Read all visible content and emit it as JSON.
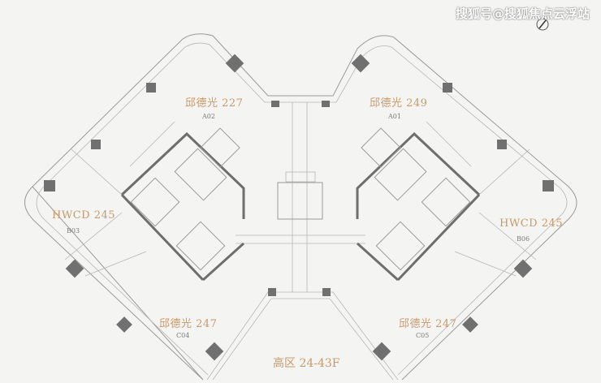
{
  "watermark": "搜狐号@搜狐焦点云浮站",
  "units": [
    {
      "tenant": "邱德光 227",
      "code": "A02"
    },
    {
      "tenant": "邱德光 249",
      "code": "A01"
    },
    {
      "tenant": "HWCD 245",
      "code": "B03"
    },
    {
      "tenant": "HWCD 245",
      "code": "B06"
    },
    {
      "tenant": "邱德光 247",
      "code": "C04"
    },
    {
      "tenant": "邱德光 247",
      "code": "C05"
    }
  ],
  "zone_label": "高区 24-43F",
  "colors": {
    "tenant_text": "#c79a6b",
    "wall": "#9a9a9a",
    "column": "#707070",
    "background": "#f4f4f2"
  }
}
